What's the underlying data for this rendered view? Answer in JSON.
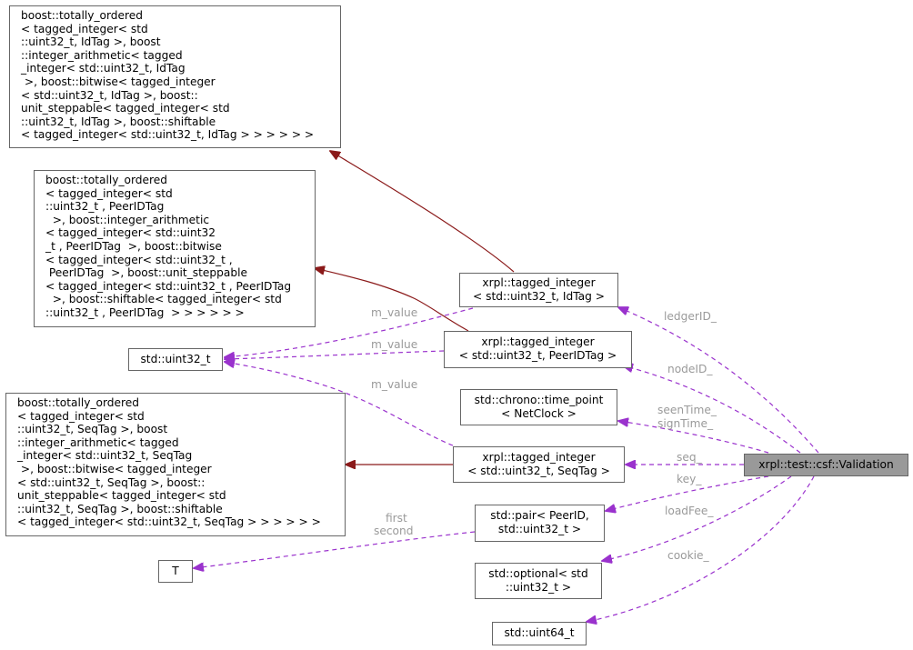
{
  "colors": {
    "inheritance_edge": "#8b1a1a",
    "usage_edge": "#9a32cd",
    "node_border": "#666666",
    "focus_fill": "#999999",
    "edge_label": "#9a9a9a"
  },
  "nodes": {
    "base_idtag": {
      "lines": [
        "boost::totally_ordered",
        "< tagged_integer< std",
        "::uint32_t, IdTag >, boost",
        "::integer_arithmetic< tagged",
        "_integer< std::uint32_t, IdTag",
        " >, boost::bitwise< tagged_integer",
        "< std::uint32_t, IdTag >, boost::",
        "unit_steppable< tagged_integer< std",
        "::uint32_t, IdTag >, boost::shiftable",
        "< tagged_integer< std::uint32_t, IdTag > > > > > >"
      ]
    },
    "base_peeridtag": {
      "lines": [
        "boost::totally_ordered",
        "< tagged_integer< std",
        "::uint32_t , PeerIDTag",
        "  >, boost::integer_arithmetic",
        "< tagged_integer< std::uint32",
        "_t , PeerIDTag  >, boost::bitwise",
        "< tagged_integer< std::uint32_t ,",
        " PeerIDTag  >, boost::unit_steppable",
        "< tagged_integer< std::uint32_t , PeerIDTag",
        "  >, boost::shiftable< tagged_integer< std",
        "::uint32_t , PeerIDTag  > > > > > >"
      ]
    },
    "uint32": {
      "lines": [
        "std::uint32_t"
      ]
    },
    "base_seqtag": {
      "lines": [
        "boost::totally_ordered",
        "< tagged_integer< std",
        "::uint32_t, SeqTag >, boost",
        "::integer_arithmetic< tagged",
        "_integer< std::uint32_t, SeqTag",
        " >, boost::bitwise< tagged_integer",
        "< std::uint32_t, SeqTag >, boost::",
        "unit_steppable< tagged_integer< std",
        "::uint32_t, SeqTag >, boost::shiftable",
        "< tagged_integer< std::uint32_t, SeqTag > > > > > >"
      ]
    },
    "T": {
      "lines": [
        "T"
      ]
    },
    "tagged_idtag": {
      "lines": [
        "xrpl::tagged_integer",
        "< std::uint32_t, IdTag >"
      ]
    },
    "tagged_peeridtag": {
      "lines": [
        "xrpl::tagged_integer",
        "< std::uint32_t, PeerIDTag >"
      ]
    },
    "time_point": {
      "lines": [
        "std::chrono::time_point",
        "< NetClock >"
      ]
    },
    "tagged_seqtag": {
      "lines": [
        "xrpl::tagged_integer",
        "< std::uint32_t, SeqTag >"
      ]
    },
    "pair": {
      "lines": [
        "std::pair< PeerID,",
        "std::uint32_t >"
      ]
    },
    "optional": {
      "lines": [
        "std::optional< std",
        "::uint32_t >"
      ]
    },
    "uint64": {
      "lines": [
        "std::uint64_t"
      ]
    },
    "validation": {
      "lines": [
        "xrpl::test::csf::Validation"
      ]
    }
  },
  "edge_labels": {
    "m_value_1": "m_value",
    "m_value_2": "m_value",
    "m_value_3": "m_value",
    "first_second": [
      "first",
      "second"
    ],
    "ledgerID": "ledgerID_",
    "nodeID": "nodeID_",
    "seenTime_signTime": [
      "seenTime_",
      "signTime_"
    ],
    "seq": "seq_",
    "key": "key_",
    "loadFee": "loadFee_",
    "cookie": "cookie_"
  }
}
